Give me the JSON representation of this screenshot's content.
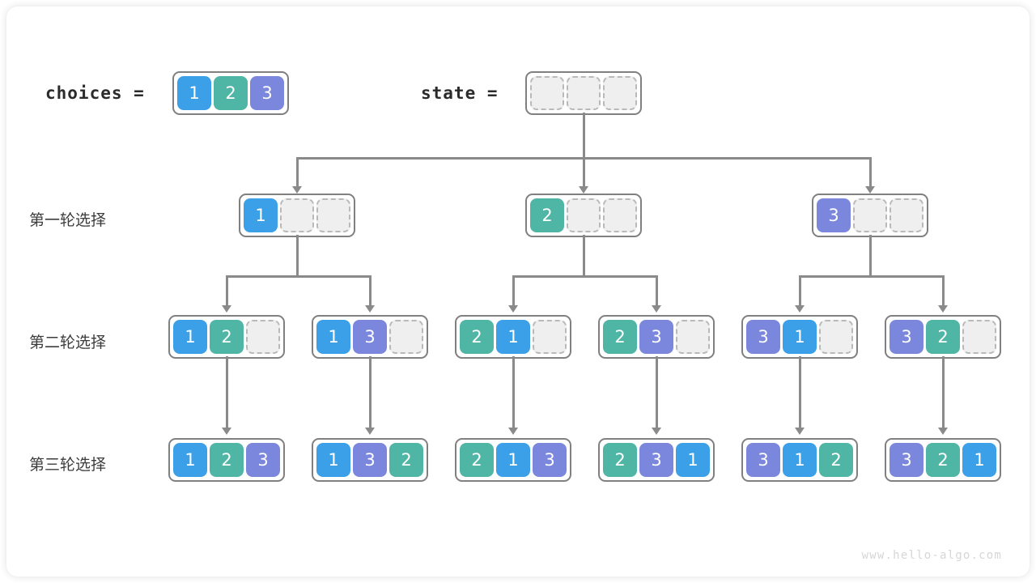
{
  "header": {
    "choices_label": "choices =",
    "state_label": "state ="
  },
  "palette": {
    "value_1": "#3ba0e8",
    "value_2": "#4fb5a4",
    "value_3": "#7b87dc",
    "empty_fill": "#efefef",
    "empty_border": "#b9b9b9",
    "array_border": "#808080",
    "connector": "#8a8a8a"
  },
  "choices": {
    "cells": [
      "1",
      "2",
      "3"
    ]
  },
  "state": {
    "cells": [
      "",
      "",
      ""
    ]
  },
  "rows": [
    {
      "label": "第一轮选择"
    },
    {
      "label": "第二轮选择"
    },
    {
      "label": "第三轮选择"
    }
  ],
  "round1": [
    {
      "cells": [
        "1",
        "",
        ""
      ]
    },
    {
      "cells": [
        "2",
        "",
        ""
      ]
    },
    {
      "cells": [
        "3",
        "",
        ""
      ]
    }
  ],
  "round2": [
    {
      "cells": [
        "1",
        "2",
        ""
      ]
    },
    {
      "cells": [
        "1",
        "3",
        ""
      ]
    },
    {
      "cells": [
        "2",
        "1",
        ""
      ]
    },
    {
      "cells": [
        "2",
        "3",
        ""
      ]
    },
    {
      "cells": [
        "3",
        "1",
        ""
      ]
    },
    {
      "cells": [
        "3",
        "2",
        ""
      ]
    }
  ],
  "round3": [
    {
      "cells": [
        "1",
        "2",
        "3"
      ]
    },
    {
      "cells": [
        "1",
        "3",
        "2"
      ]
    },
    {
      "cells": [
        "2",
        "1",
        "3"
      ]
    },
    {
      "cells": [
        "2",
        "3",
        "1"
      ]
    },
    {
      "cells": [
        "3",
        "1",
        "2"
      ]
    },
    {
      "cells": [
        "3",
        "2",
        "1"
      ]
    }
  ],
  "watermark": "www.hello-algo.com"
}
